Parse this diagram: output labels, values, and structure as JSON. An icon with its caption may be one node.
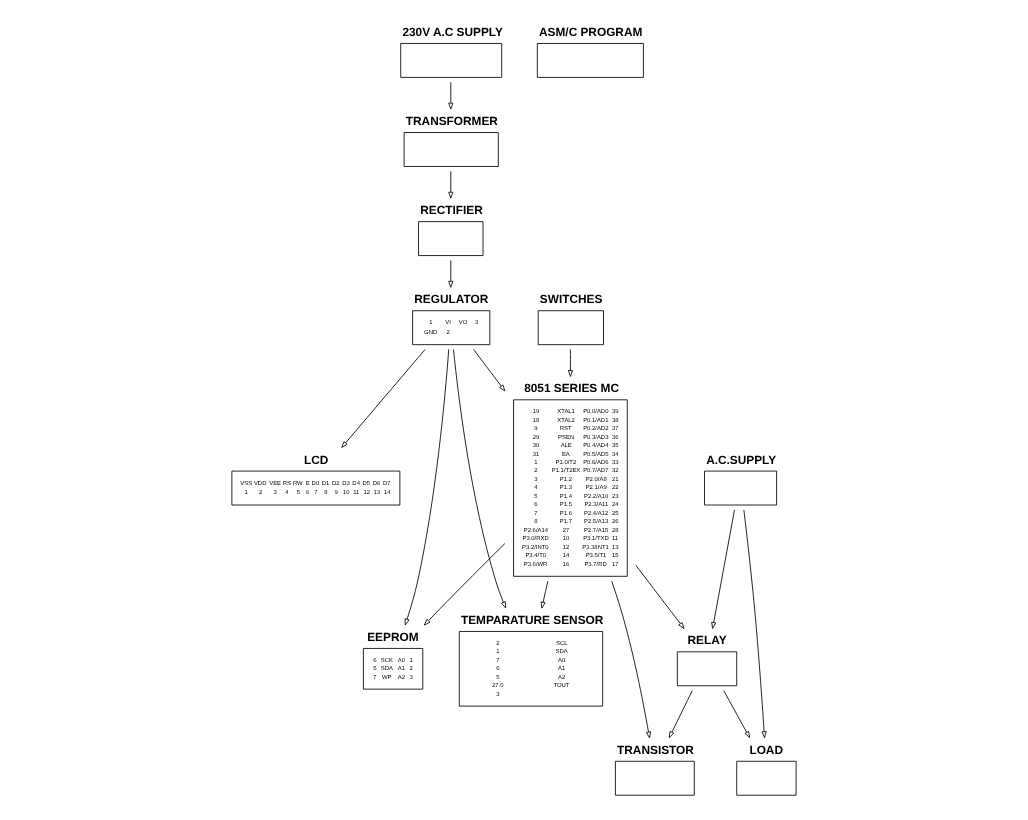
{
  "diagram": {
    "nodes": [
      {
        "text": [
          "RECTIFIER"
        ]
      },
      {
        "text": [
          "REGULATOR",
          "1",
          "VI",
          "VO",
          "3",
          "GND",
          "2"
        ]
      },
      {
        "text": [
          "LCD",
          "VSS",
          "VDD",
          "VEE",
          "RS",
          "RW",
          "E",
          "D0",
          "D1",
          "D2",
          "D3",
          "D4",
          "D5",
          "D6",
          "D7",
          "1",
          "2",
          "3",
          "4",
          "5",
          "6",
          "7",
          "8",
          "9",
          "10",
          "11",
          "12",
          "13",
          "14"
        ]
      },
      {
        "text": [
          "TRANSFORMER"
        ]
      },
      {
        "text": [
          "8051 SERIES MC",
          "19",
          "XTAL1",
          "P0.0/AD0",
          "39",
          "18",
          "XTAL2",
          "P0.1/AD1",
          "38",
          "9",
          "RST",
          "P0.2/AD2",
          "37",
          "29",
          "PSEN",
          "P0.3/AD3",
          "36",
          "30",
          "ALE",
          "P0.4/AD4",
          "35",
          "31",
          "EA",
          "P0.5/AD5",
          "34",
          "1",
          "P1.0/T2",
          "P0.6/AD6",
          "33",
          "2",
          "P1.1/T2EX",
          "P0.7/AD7",
          "32",
          "3",
          "P1.2",
          "P2.0/A8",
          "21",
          "4",
          "P1.3",
          "P2.1/A9",
          "22",
          "5",
          "P1.4",
          "P2.2/A10",
          "23",
          "6",
          "P1.5",
          "P2.3/A11",
          "24",
          "7",
          "P1.6",
          "P2.4/A12",
          "25",
          "8",
          "P1.7",
          "P2.5/A13",
          "26",
          "P2.6/A14",
          "27",
          "P2.7/A15",
          "28",
          "P3.0/RXD",
          "10",
          "P3.1/TXD",
          "11",
          "P3.2/INT0",
          "12",
          "P3.3/INT1",
          "13",
          "P3.4/T0",
          "14",
          "P3.5/T1",
          "15",
          "P3.6/WR",
          "16",
          "P3.7/RD",
          "17"
        ]
      },
      {
        "text": [
          "EEPROM",
          "6",
          "SCK",
          "A0",
          "1",
          "5",
          "SDA",
          "A1",
          "2",
          "7",
          "WP",
          "A2",
          "3"
        ]
      },
      {
        "text": [
          "TEMPARATURE SENSOR",
          "2",
          "SCL",
          "1",
          "SDA",
          "7",
          "A0",
          "6",
          "A1",
          "5",
          "A2",
          "27.0",
          "TOUT",
          "3"
        ]
      },
      {
        "text": [
          "230V A.C SUPPLY"
        ]
      },
      {
        "text": [
          "RELAY"
        ]
      },
      {
        "text": [
          "LOAD"
        ]
      },
      {
        "text": [
          "SWITCHES"
        ]
      },
      {
        "text": [
          "TRANSISTOR"
        ]
      },
      {
        "text": [
          "A.C.SUPPLY"
        ]
      },
      {
        "text": [
          "ASM/C PROGRAM"
        ]
      }
    ],
    "edges": [
      {
        "from": 7,
        "to": 3,
        "arrow": "to"
      },
      {
        "from": 3,
        "to": 0,
        "arrow": "to"
      },
      {
        "from": 0,
        "to": 1,
        "arrow": "to"
      },
      {
        "from": 1,
        "to": 2,
        "arrow": "to"
      },
      {
        "from": 1,
        "to": 4,
        "arrow": "to"
      },
      {
        "from": 1,
        "to": 5,
        "arrow": "to"
      },
      {
        "from": 1,
        "to": 6,
        "arrow": "to"
      },
      {
        "from": 4,
        "to": 5,
        "arrow": "to"
      },
      {
        "from": 4,
        "to": 6,
        "arrow": "to"
      },
      {
        "from": 4,
        "to": 8,
        "arrow": "to"
      },
      {
        "from": 4,
        "to": 11,
        "arrow": "to"
      },
      {
        "from": 10,
        "to": 4,
        "arrow": "to"
      },
      {
        "from": 8,
        "to": 9,
        "arrow": "to"
      },
      {
        "from": 8,
        "to": 11,
        "arrow": "to"
      },
      {
        "from": 12,
        "to": 9,
        "arrow": "to"
      },
      {
        "from": 12,
        "to": 8,
        "arrow": "to"
      }
    ]
  }
}
